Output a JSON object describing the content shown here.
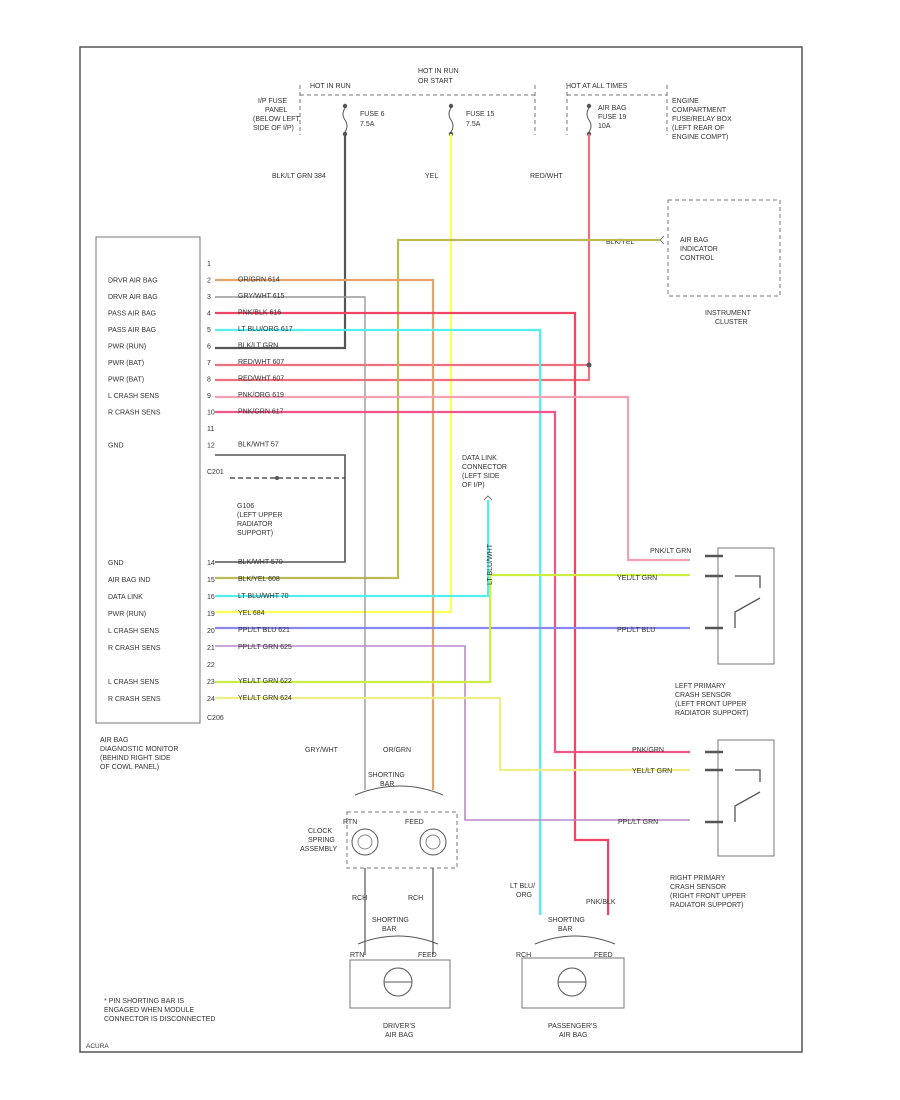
{
  "colors": {
    "black": "#555555",
    "yellow": "#ffff55",
    "red": "#ee4444",
    "pink": "#f2a0b4",
    "orange": "#e8a468",
    "cyan": "#55eeee",
    "purple": "#8888ee",
    "lightgreen": "#ccee44",
    "olive": "#bbbb55",
    "grey": "#888888",
    "border": "#555555",
    "text": "#333333"
  },
  "top": {
    "hot_in_run_start": "HOT IN RUN",
    "hot_in_run": "HOT IN RUN",
    "hot_in_run2": "OR START",
    "hot_at_all_times": "HOT AT ALL TIMES",
    "ip_fuse_panel": [
      "I/P FUSE",
      "PANEL",
      "(BELOW LEFT",
      "SIDE OF I/P)"
    ],
    "fuse_6": [
      "FUSE 6",
      "7.5A"
    ],
    "fuse_15": [
      "FUSE 15",
      "7.5A"
    ],
    "fuse_19": [
      "AIR BAG",
      "FUSE 19",
      "10A"
    ],
    "engine_compartment": [
      "ENGINE",
      "COMPARTMENT",
      "FUSE/RELAY BOX",
      "(LEFT REAR OF",
      "ENGINE COMPT)"
    ],
    "wire_blk_grn": "BLK/LT GRN  384",
    "wire_yel": "YEL",
    "wire_red_wht": "RED/WHT"
  },
  "instrument": {
    "wire_label": "BLK/YEL",
    "box_label": [
      "AIR BAG",
      "INDICATOR",
      "CONTROL"
    ],
    "cluster_label": [
      "INSTRUMENT",
      "CLUSTER"
    ]
  },
  "module": {
    "title": [
      "AIR BAG",
      "DIAGNOSTIC MONITOR",
      "(BEHIND RIGHT SIDE",
      "OF COWL PANEL)"
    ],
    "c201": "C201",
    "c206": "C206",
    "pins_top": [
      {
        "pin": "1",
        "label": "",
        "wire": ""
      },
      {
        "pin": "2",
        "label": "DRVR AIR BAG",
        "wire": "OR/GRN  614"
      },
      {
        "pin": "3",
        "label": "DRVR AIR BAG",
        "wire": "GRY/WHT  615"
      },
      {
        "pin": "4",
        "label": "PASS AIR BAG",
        "wire": "PNK/BLK  616"
      },
      {
        "pin": "5",
        "label": "PASS AIR BAG",
        "wire": "LT BLU/ORG  617"
      },
      {
        "pin": "6",
        "label": "PWR (RUN)",
        "wire": "BLK/LT GRN"
      },
      {
        "pin": "7",
        "label": "PWR (BAT)",
        "wire": "RED/WHT  607"
      },
      {
        "pin": "8",
        "label": "PWR (BAT)",
        "wire": "RED/WHT  607"
      },
      {
        "pin": "9",
        "label": "L CRASH SENS",
        "wire": "PNK/ORG  619"
      },
      {
        "pin": "10",
        "label": "R CRASH SENS",
        "wire": "PNK/GRN  617"
      },
      {
        "pin": "11",
        "label": "",
        "wire": ""
      },
      {
        "pin": "12",
        "label": "GND",
        "wire": "BLK/WHT  57"
      }
    ],
    "ground_block": [
      "G106",
      "(LEFT UPPER",
      "RADIATOR",
      "SUPPORT)"
    ],
    "pins_bottom": [
      {
        "pin": "14",
        "label": "GND",
        "wire": "BLK/WHT  570"
      },
      {
        "pin": "15",
        "label": "AIR BAG IND",
        "wire": "BLK/YEL  608"
      },
      {
        "pin": "16",
        "label": "DATA LINK",
        "wire": "LT BLU/WHT  70"
      },
      {
        "pin": "19",
        "label": "PWR (RUN)",
        "wire": "YEL  684"
      },
      {
        "pin": "20",
        "label": "L CRASH SENS",
        "wire": "PPL/LT BLU  621"
      },
      {
        "pin": "21",
        "label": "R CRASH SENS",
        "wire": "PPL/LT GRN  625"
      },
      {
        "pin": "22",
        "label": "",
        "wire": ""
      },
      {
        "pin": "23",
        "label": "L CRASH SENS",
        "wire": "YEL/LT GRN  622"
      },
      {
        "pin": "24",
        "label": "R CRASH SENS",
        "wire": "YEL/LT GRN  624"
      }
    ]
  },
  "data_link": {
    "label": [
      "DATA LINK",
      "CONNECTOR",
      "(LEFT SIDE",
      "OF I/P)"
    ],
    "wire": "LT BLU/WHT"
  },
  "left_sensor": {
    "wire_top": "PNK/LT GRN",
    "wire_mid": "YEL/LT GRN",
    "wire_bot": "PPL/LT BLU",
    "label": [
      "LEFT PRIMARY",
      "CRASH SENSOR",
      "(LEFT FRONT UPPER",
      "RADIATOR SUPPORT)"
    ]
  },
  "right_sensor": {
    "wire_top": "PNK/GRN",
    "wire_mid": "YEL/LT GRN",
    "wire_bot": "PPL/LT GRN",
    "label": [
      "RIGHT PRIMARY",
      "CRASH SENSOR",
      "(RIGHT FRONT UPPER",
      "RADIATOR SUPPORT)"
    ]
  },
  "clockspring": {
    "wire_left": "GRY/WHT",
    "wire_right": "OR/GRN",
    "shorting_bar": [
      "SHORTING",
      "BAR"
    ],
    "label": [
      "CLOCK",
      "SPRING",
      "ASSEMBLY"
    ],
    "rtn": "RTN",
    "feed": "FEED",
    "lower_left": "RCH",
    "lower_right": "RCH"
  },
  "driver_airbag": {
    "shorting_bar": [
      "SHORTING",
      "BAR"
    ],
    "left": "RTN",
    "right": "FEED",
    "label": [
      "DRIVER'S",
      "AIR BAG"
    ]
  },
  "passenger_airbag": {
    "wire_left": [
      "LT BLU/",
      "ORG"
    ],
    "wire_right": "PNK/BLK",
    "shorting_bar": [
      "SHORTING",
      "BAR"
    ],
    "left": "RCH",
    "right": "FEED",
    "label": [
      "PASSENGER'S",
      "AIR BAG"
    ]
  },
  "footnote": [
    "* PIN SHORTING BAR IS",
    "ENGAGED WHEN MODULE",
    "CONNECTOR IS DISCONNECTED"
  ],
  "corner": "ACURA"
}
